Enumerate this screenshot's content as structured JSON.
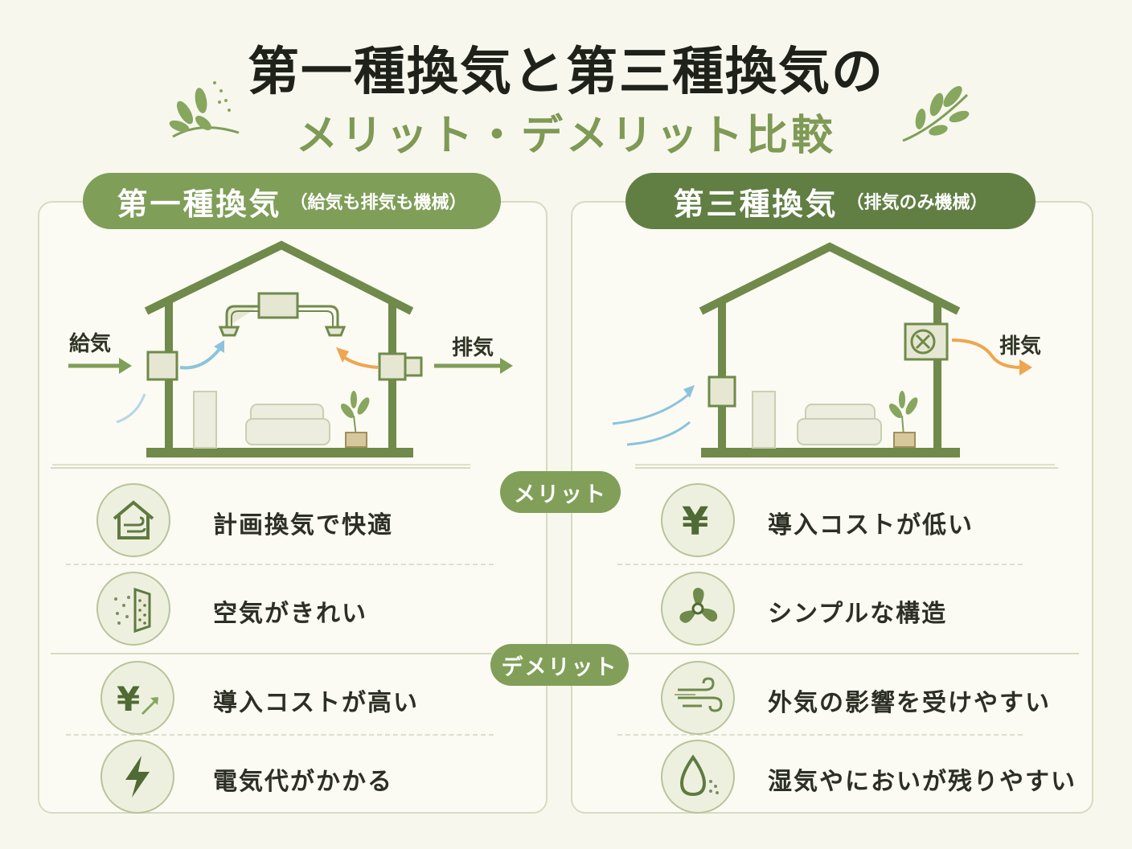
{
  "title": {
    "line1": "第一種換気と第三種換気の",
    "line2": "メリット・デメリット比較"
  },
  "left_panel": {
    "heading": "第一種換気",
    "subheading": "（給気も排気も機械）",
    "intake_label": "給気",
    "exhaust_label": "排気",
    "merits": [
      {
        "icon": "house-airflow-icon",
        "text": "計画換気で快適"
      },
      {
        "icon": "air-filter-icon",
        "text": "空気がきれい"
      }
    ],
    "demerits": [
      {
        "icon": "yen-rising-icon",
        "text": "導入コストが高い"
      },
      {
        "icon": "lightning-bolt-icon",
        "text": "電気代がかかる"
      }
    ]
  },
  "right_panel": {
    "heading": "第三種換気",
    "subheading": "（排気のみ機械）",
    "exhaust_label": "排気",
    "merits": [
      {
        "icon": "yen-icon",
        "text": "導入コストが低い"
      },
      {
        "icon": "fan-icon",
        "text": "シンプルな構造"
      }
    ],
    "demerits": [
      {
        "icon": "wind-icon",
        "text": "外気の影響を受けやすい"
      },
      {
        "icon": "water-drop-icon",
        "text": "湿気やにおいが残りやすい"
      }
    ]
  },
  "section_labels": {
    "merit": "メリット",
    "demerit": "デメリット"
  },
  "colors": {
    "background": "#f8f7ee",
    "accent_green": "#7f9e58",
    "dark_green": "#617e43",
    "house_line": "#6f8a4a",
    "intake_arrow": "#7f9e58",
    "cool_air": "#8cc3dc",
    "warm_air": "#eea64f"
  }
}
